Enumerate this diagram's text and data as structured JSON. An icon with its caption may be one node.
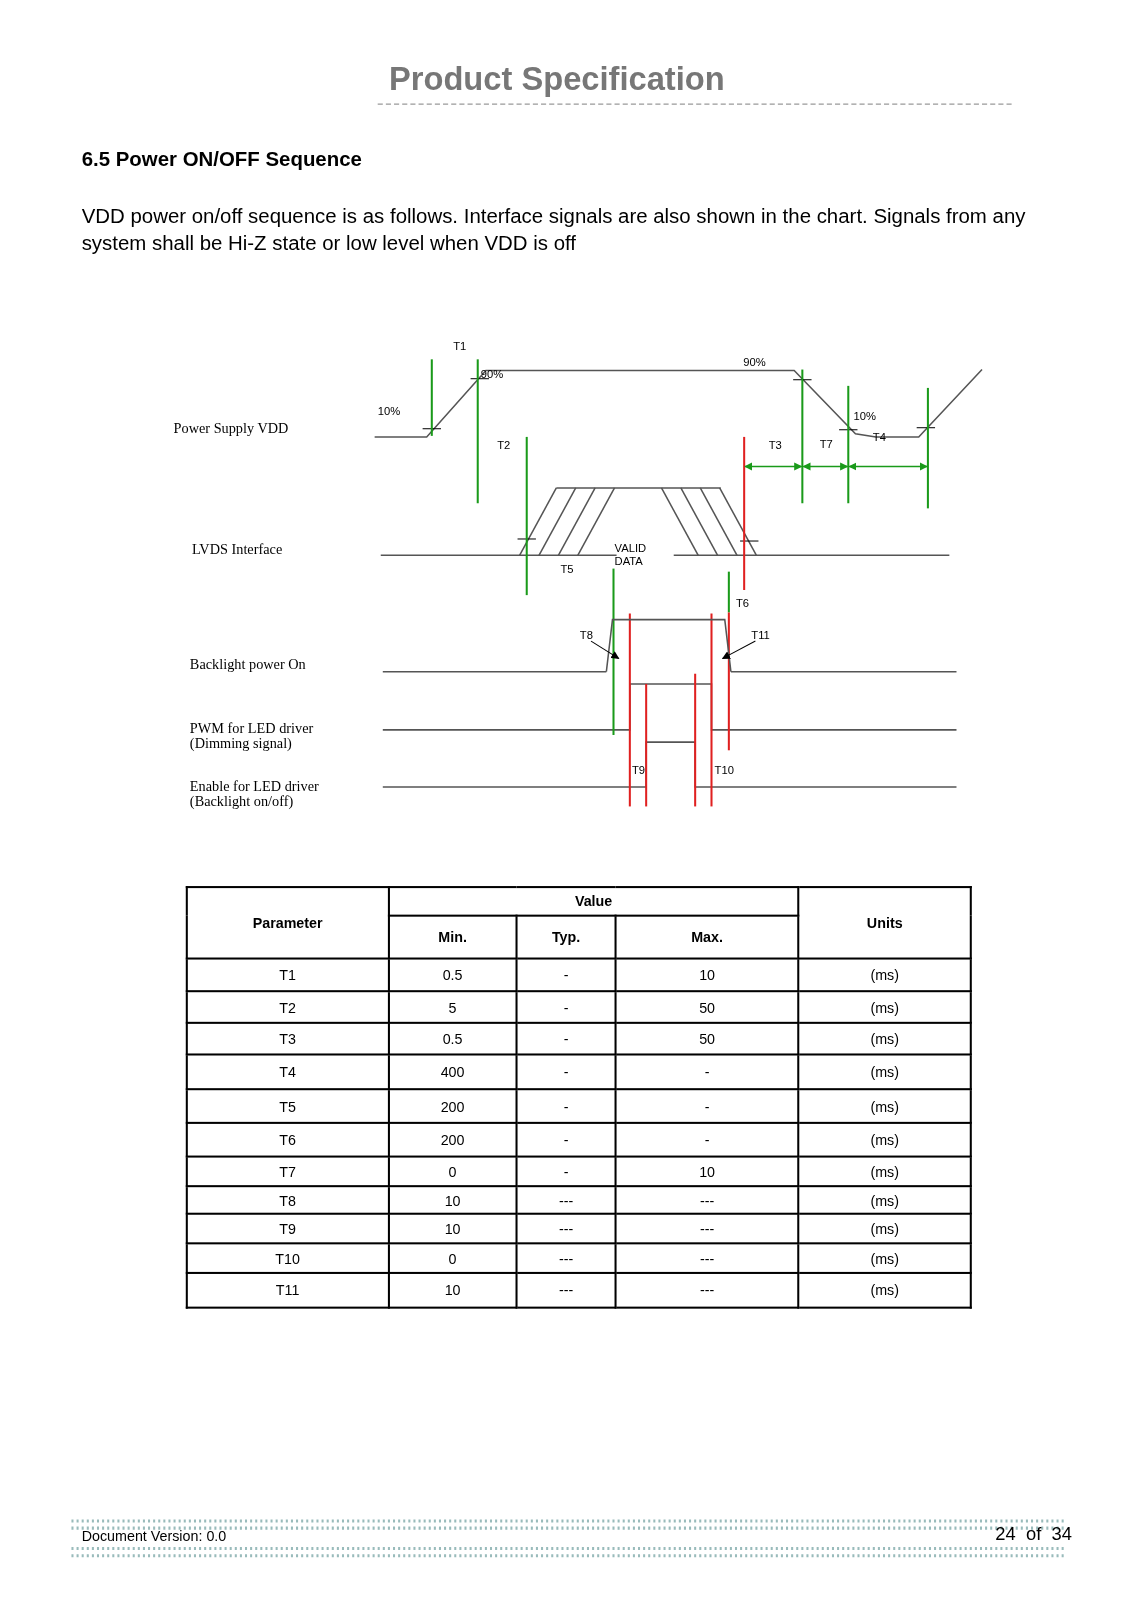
{
  "diagram": {
    "title": "Product Specification",
    "nodes": [
      {
        "text": [
          "T8"
        ]
      },
      {
        "text": [
          "T11"
        ]
      },
      {
        "text": [],
        "shape": "line"
      }
    ],
    "edges": [
      {
        "from": 0,
        "to": 2,
        "arrow": "to"
      },
      {
        "from": 1,
        "to": 2,
        "arrow": "to"
      }
    ],
    "labels": [
      "6.5 Power ON/OFF Sequence",
      "VDD power on/off sequence is as follows. Interface signals are also shown in the chart. Signals from any system shall be Hi-Z state or low level when VDD is off",
      "T1",
      "10%",
      "90%",
      "90%",
      "10%",
      "Power Supply VDD",
      "T2",
      "T3",
      "T7",
      "T4",
      "LVDS Interface",
      "VALID DATA",
      "T5",
      "T6",
      "Backlight power On",
      "PWM for LED driver (Dimming signal)",
      "T9",
      "T10",
      "Enable for LED driver (Backlight on/off)",
      "Parameter",
      "Value",
      "Units",
      "Min.",
      "Typ.",
      "Max.",
      "T1",
      "0.5",
      "-",
      "10",
      "(ms)",
      "T2",
      "5",
      "-",
      "50",
      "(ms)",
      "T3",
      "0.5",
      "-",
      "50",
      "(ms)",
      "T4",
      "400",
      "-",
      "-",
      "(ms)",
      "T5",
      "200",
      "-",
      "-",
      "(ms)",
      "T6",
      "200",
      "-",
      "-",
      "(ms)",
      "T7",
      "0",
      "-",
      "10",
      "(ms)",
      "T8",
      "10",
      "---",
      "---",
      "(ms)",
      "T9",
      "10",
      "---",
      "---",
      "(ms)",
      "T10",
      "0",
      "---",
      "---",
      "(ms)",
      "T11",
      "10",
      "---",
      "---",
      "(ms)",
      "Document Version: 0.0",
      "24  of  34"
    ]
  }
}
